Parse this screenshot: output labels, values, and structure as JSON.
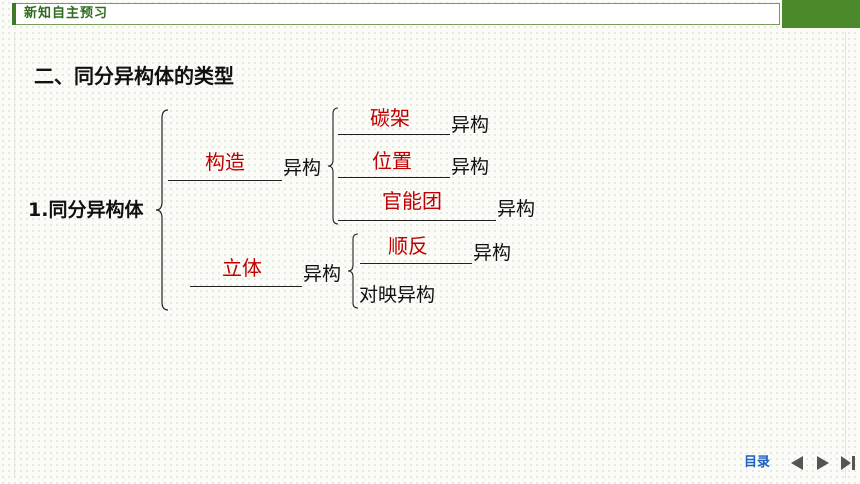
{
  "header": {
    "title": "新知自主预习"
  },
  "section": {
    "title": "二、同分异构体的类型"
  },
  "tree": {
    "root": "1.同分异构体",
    "branch1": {
      "answer": "构造",
      "suffix": "异构",
      "children": [
        {
          "answer": "碳架",
          "suffix": "异构"
        },
        {
          "answer": "位置",
          "suffix": "异构"
        },
        {
          "answer": "官能团",
          "suffix": "异构"
        }
      ]
    },
    "branch2": {
      "answer": "立体",
      "suffix": "异构",
      "children": [
        {
          "answer": "顺反",
          "suffix": "异构"
        },
        {
          "text": "对映异构"
        }
      ]
    }
  },
  "nav": {
    "toc_label": "目录"
  },
  "colors": {
    "answer": "#c00000",
    "header_green": "#4a8a2a",
    "nav_blue": "#1f5fbf"
  }
}
